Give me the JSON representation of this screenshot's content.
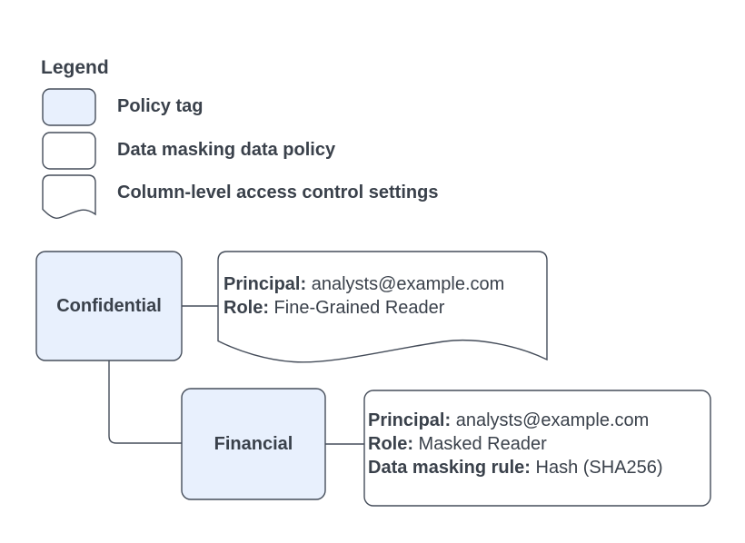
{
  "colors": {
    "background": "#ffffff",
    "policy_tag_fill": "#e8f0fd",
    "shape_stroke": "#454d5a",
    "text": "#3a414b"
  },
  "legend": {
    "title": "Legend",
    "items": [
      {
        "shape": "policy-tag",
        "label": "Policy tag"
      },
      {
        "shape": "data-masking-data-policy",
        "label": "Data masking data policy"
      },
      {
        "shape": "column-level-access-control-settings",
        "label": "Column-level access control settings"
      }
    ]
  },
  "diagram": {
    "policy_tags": [
      {
        "id": "confidential",
        "label": "Confidential"
      },
      {
        "id": "financial",
        "label": "Financial"
      }
    ],
    "acl_settings_note": {
      "fields": [
        {
          "label": "Principal:",
          "value": " analysts@example.com"
        },
        {
          "label": "Role:",
          "value": " Fine-Grained Reader"
        }
      ]
    },
    "masking_policy_note": {
      "fields": [
        {
          "label": "Principal:",
          "value": " analysts@example.com"
        },
        {
          "label": "Role:",
          "value": " Masked Reader"
        },
        {
          "label": "Data masking rule:",
          "value": " Hash (SHA256)"
        }
      ]
    }
  }
}
